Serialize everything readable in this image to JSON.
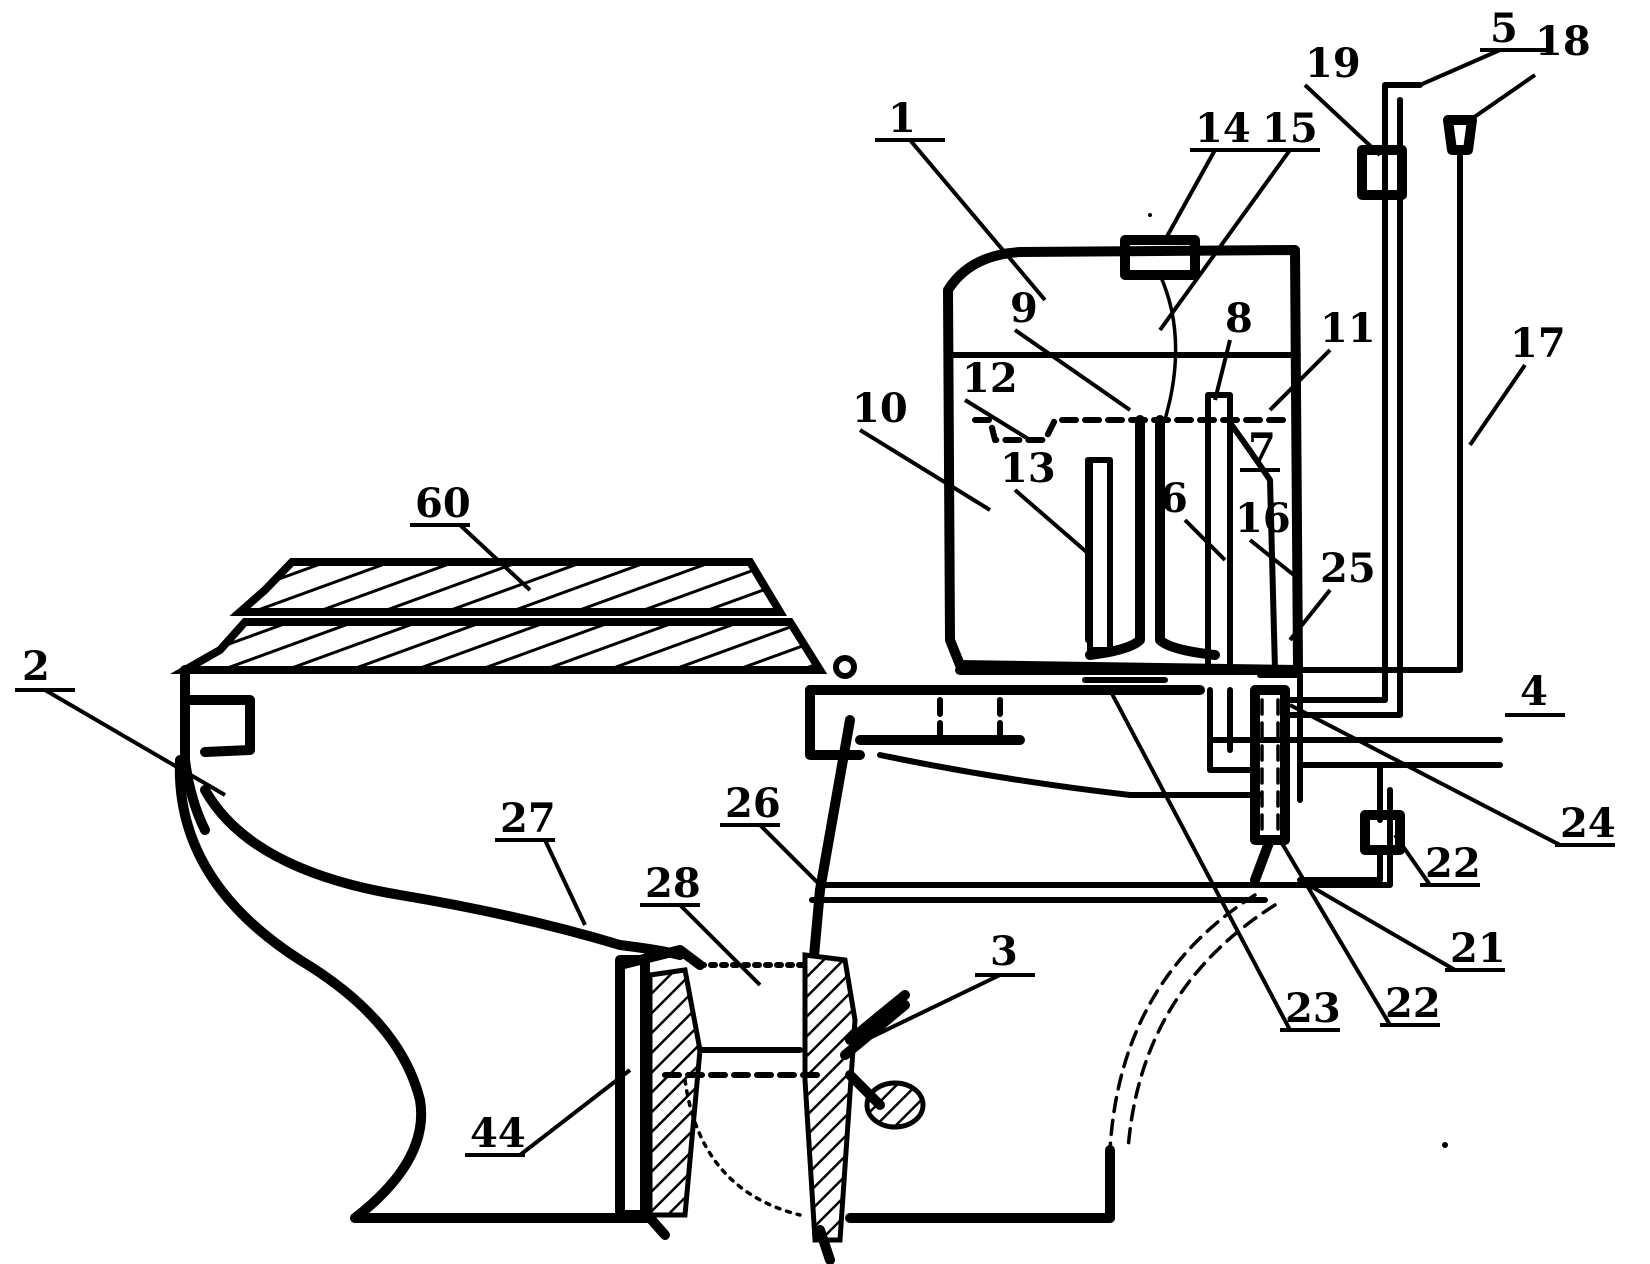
{
  "callouts": [
    {
      "id": "c1",
      "label": "1"
    },
    {
      "id": "c2",
      "label": "2"
    },
    {
      "id": "c3",
      "label": "3"
    },
    {
      "id": "c4",
      "label": "4"
    },
    {
      "id": "c5",
      "label": "5"
    },
    {
      "id": "c6",
      "label": "6"
    },
    {
      "id": "c7",
      "label": "7"
    },
    {
      "id": "c8",
      "label": "8"
    },
    {
      "id": "c9",
      "label": "9"
    },
    {
      "id": "c10",
      "label": "10"
    },
    {
      "id": "c11",
      "label": "11"
    },
    {
      "id": "c12",
      "label": "12"
    },
    {
      "id": "c13",
      "label": "13"
    },
    {
      "id": "c14",
      "label": "14"
    },
    {
      "id": "c15",
      "label": "15"
    },
    {
      "id": "c16",
      "label": "16"
    },
    {
      "id": "c17",
      "label": "17"
    },
    {
      "id": "c18",
      "label": "18"
    },
    {
      "id": "c19",
      "label": "19"
    },
    {
      "id": "c21",
      "label": "21"
    },
    {
      "id": "c22a",
      "label": "22"
    },
    {
      "id": "c22b",
      "label": "22"
    },
    {
      "id": "c23",
      "label": "23"
    },
    {
      "id": "c24",
      "label": "24"
    },
    {
      "id": "c25",
      "label": "25"
    },
    {
      "id": "c26",
      "label": "26"
    },
    {
      "id": "c27",
      "label": "27"
    },
    {
      "id": "c28",
      "label": "28"
    },
    {
      "id": "c44",
      "label": "44"
    },
    {
      "id": "c60",
      "label": "60"
    }
  ]
}
